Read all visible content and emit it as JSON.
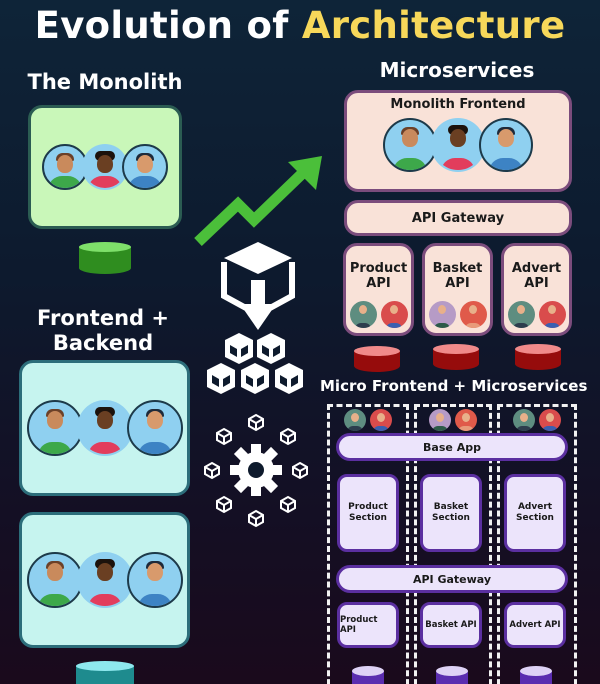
{
  "header": {
    "title_part1": "Evolution of",
    "title_part2": "Architecture",
    "accent_color": "#f7d85a"
  },
  "monolith": {
    "title": "The Monolith",
    "panel_color": "#c9f7b9",
    "db_color": "#2f8d1f",
    "team": [
      "developer-green-shirt",
      "developer-red-jacket",
      "developer-blue-shirt"
    ]
  },
  "frontend_backend": {
    "title_line1": "Frontend +",
    "title_line2": "Backend",
    "panel_color": "#c6f4ef",
    "db_color": "#1e8b8e",
    "panels": [
      {
        "name": "frontend",
        "team": [
          "developer-green-shirt",
          "developer-red-jacket",
          "developer-blue-shirt"
        ]
      },
      {
        "name": "backend",
        "team": [
          "developer-green-shirt",
          "developer-red-jacket",
          "developer-blue-shirt"
        ]
      }
    ]
  },
  "center_icons": [
    "growth-arrow-icon",
    "cube-split-icon",
    "cubes-stack-icon",
    "gear-cubes-icon"
  ],
  "microservices": {
    "title": "Microservices",
    "frontend_label": "Monolith Frontend",
    "gateway_label": "API Gateway",
    "db_color": "#960c0c",
    "apis": [
      {
        "line1": "Product",
        "line2": "API",
        "team": [
          "teal",
          "red"
        ]
      },
      {
        "line1": "Basket",
        "line2": "API",
        "team": [
          "mauve",
          "coral"
        ]
      },
      {
        "line1": "Advert",
        "line2": "API",
        "team": [
          "teal",
          "red"
        ]
      }
    ]
  },
  "micro_frontend": {
    "title": "Micro Frontend + Microservices",
    "base_app_label": "Base App",
    "gateway_label": "API Gateway",
    "db_color": "#5a2db0",
    "columns": [
      {
        "section_line1": "Product",
        "section_line2": "Section",
        "api_label": "Product API",
        "team": [
          "teal",
          "red"
        ]
      },
      {
        "section_line1": "Basket",
        "section_line2": "Section",
        "api_label": "Basket API",
        "team": [
          "mauve",
          "coral"
        ]
      },
      {
        "section_line1": "Advert",
        "section_line2": "Section",
        "api_label": "Advert API",
        "team": [
          "teal",
          "red"
        ]
      }
    ]
  }
}
